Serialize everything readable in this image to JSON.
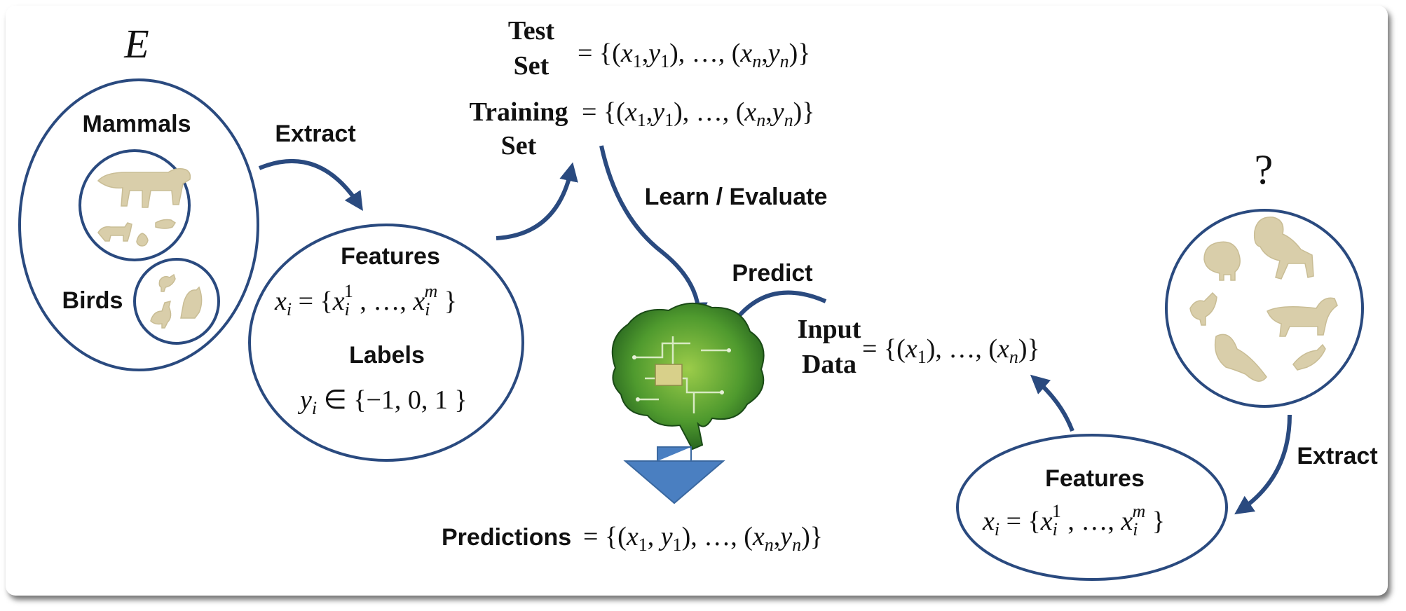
{
  "left": {
    "e_label": "E",
    "mammals_label": "Mammals",
    "birds_label": "Birds",
    "extract_label": "Extract"
  },
  "features_left": {
    "features_label": "Features",
    "features_formula": "x_i = {x_i^1 , …, x_i^m }",
    "labels_label": "Labels",
    "labels_formula": "y_i ∈ {−1, 0, 1 }"
  },
  "sets": {
    "test_set_line1": "Test",
    "test_set_line2": "Set",
    "test_set_formula": "= {(x1,y1), …, (xn,yn)}",
    "training_set_line1": "Training",
    "training_set_line2": "Set",
    "training_set_formula": "= {(x1,y1), …, (xn,yn)}"
  },
  "center": {
    "learn_evaluate_label": "Learn / Evaluate",
    "predict_label": "Predict",
    "predictions_label": "Predictions",
    "predictions_formula": "= {(x1, y1), …, (xn,yn)}"
  },
  "input": {
    "input_line1": "Input",
    "input_line2": "Data",
    "input_formula": "= {(x1), …, (xn)}"
  },
  "right": {
    "question_label": "?",
    "extract_label": "Extract",
    "features_label": "Features",
    "features_formula": "x_i = {x_i^1 , …, x_i^m }"
  },
  "icons": [
    "mammal-silhouettes",
    "bird-silhouettes",
    "brain-icon",
    "down-arrow-icon",
    "animal-silhouettes"
  ],
  "colors": {
    "ring": "#2a4a7f",
    "silhouette": "#d9ceaa",
    "brain": "#3b7d2a",
    "down_arrow": "#4a7fc1"
  }
}
